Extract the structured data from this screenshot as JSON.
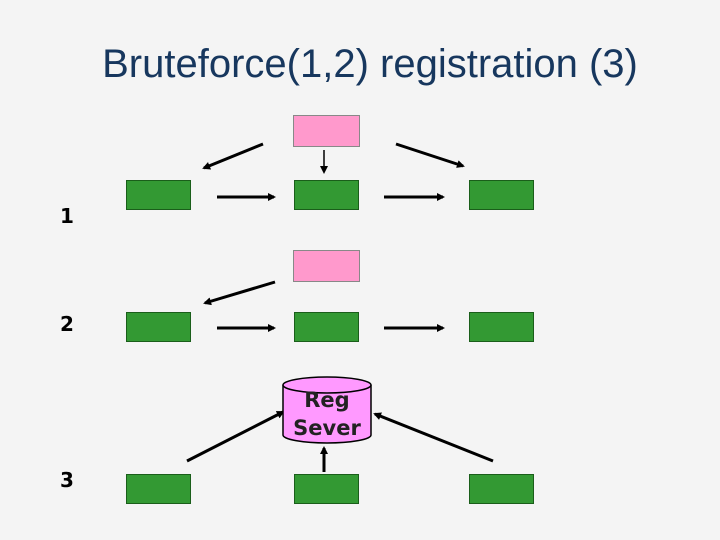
{
  "slide": {
    "title": "Bruteforce(1,2) registration (3)",
    "row_labels": [
      "1",
      "2",
      "3"
    ],
    "reg_server_label": "Reg\nSever",
    "colors": {
      "title": "#17375e",
      "green_box": "#339933",
      "pink_box": "#ff99cc",
      "cylinder": "#ff99ff",
      "arrow": "#000000"
    }
  }
}
